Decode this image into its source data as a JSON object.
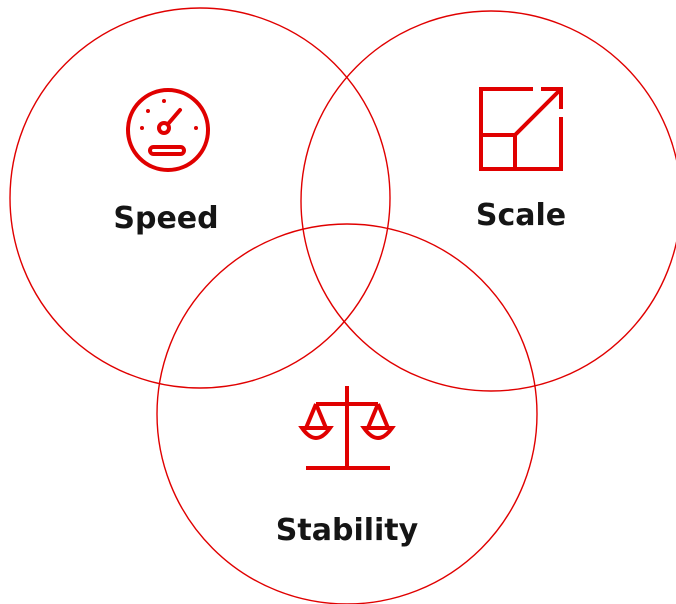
{
  "colors": {
    "accent": "#e00000",
    "text": "#151515",
    "background": "#ffffff"
  },
  "circles": [
    {
      "label": "Speed",
      "icon": "speedometer-icon"
    },
    {
      "label": "Scale",
      "icon": "resize-arrow-icon"
    },
    {
      "label": "Stability",
      "icon": "balance-scale-icon"
    }
  ]
}
